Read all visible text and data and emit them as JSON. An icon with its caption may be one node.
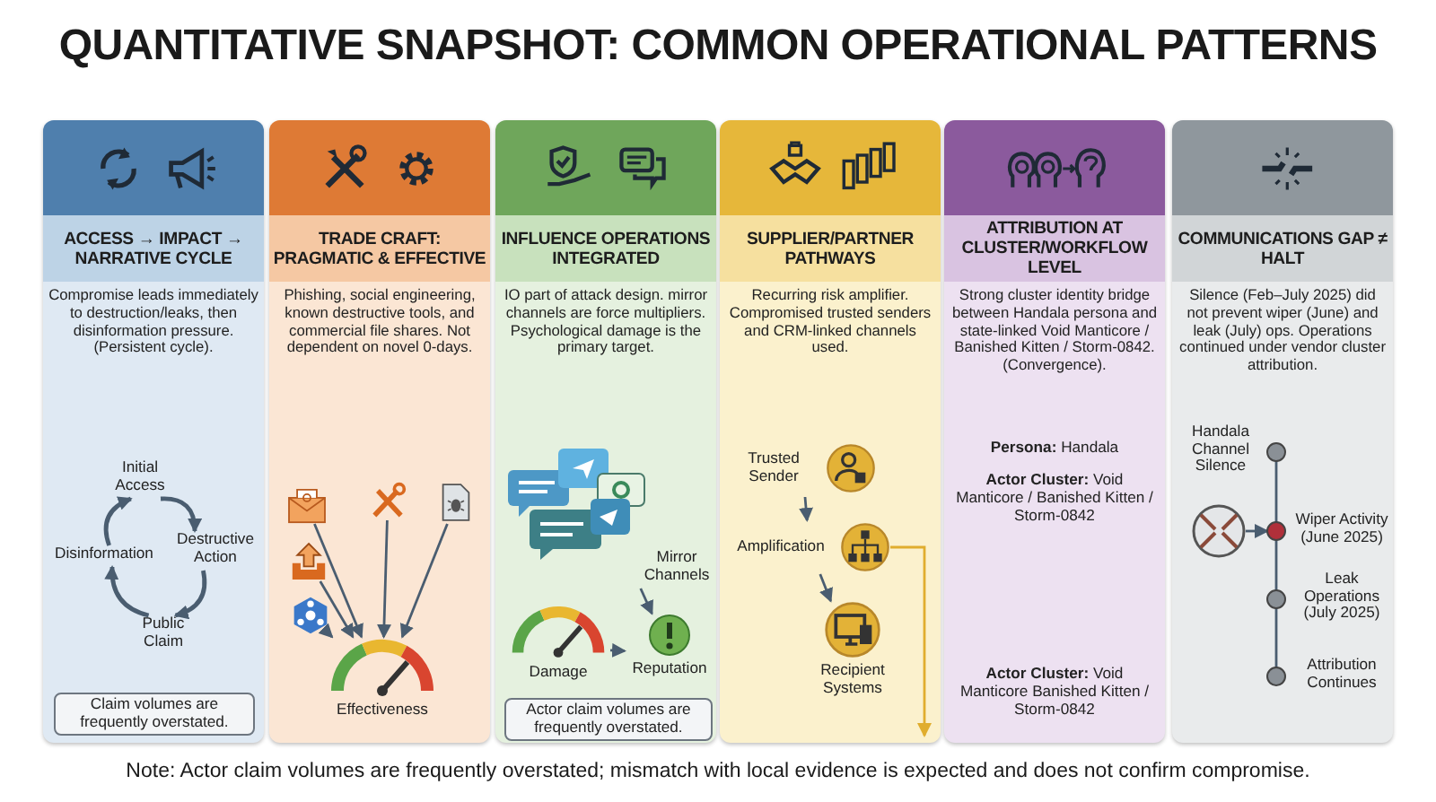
{
  "diagram": {
    "title": "QUANTITATIVE SNAPSHOT: COMMON OPERATIONAL PATTERNS",
    "caption": "Note: Actor claim volumes are frequently overstated; mismatch with local evidence is expected and does not confirm compromise.",
    "nodes": [
      {
        "text": [
          "ACCESS → IMPACT → NARRATIVE CYCLE",
          "Compromise leads immediately to destruction/leaks, then disinformation pressure. (Persistent cycle)."
        ]
      },
      {
        "text": [
          "Initial Access"
        ],
        "in": 0
      },
      {
        "text": [
          "Destructive Action"
        ],
        "in": 0
      },
      {
        "text": [
          "Public Claim"
        ],
        "in": 0
      },
      {
        "text": [
          "Disinformation"
        ],
        "in": 0
      },
      {
        "text": [
          "Claim volumes are frequently overstated."
        ],
        "in": 0
      },
      {
        "text": [
          "TRADE CRAFT: PRAGMATIC & EFFECTIVE",
          "Phishing, social engineering, known destructive tools, and commercial file shares. Not dependent on novel 0-days."
        ]
      },
      {
        "text": [],
        "shape": "picture",
        "in": 6
      },
      {
        "text": [],
        "shape": "picture",
        "in": 6
      },
      {
        "text": [],
        "shape": "picture",
        "in": 6
      },
      {
        "text": [],
        "shape": "picture",
        "in": 6
      },
      {
        "text": [],
        "shape": "picture",
        "in": 6
      },
      {
        "text": [
          "Effectiveness"
        ],
        "in": 6
      },
      {
        "text": [
          "INFLUENCE OPERATIONS INTEGRATED",
          "IO part of attack design. mirror channels are force multipliers. Psychological damage is the primary target."
        ]
      },
      {
        "text": [
          "Mirror Channels"
        ],
        "in": 13
      },
      {
        "text": [
          "Damage"
        ],
        "in": 13
      },
      {
        "text": [
          "Reputation"
        ],
        "in": 13
      },
      {
        "text": [
          "Actor claim volumes are frequently overstated."
        ],
        "in": 13
      },
      {
        "text": [
          "SUPPLIER/PARTNER PATHWAYS",
          "Recurring risk amplifier. Compromised trusted senders and CRM-linked channels used."
        ]
      },
      {
        "text": [
          "Trusted Sender"
        ],
        "in": 18
      },
      {
        "text": [
          "Amplification"
        ],
        "in": 18
      },
      {
        "text": [
          "Recipient Systems"
        ],
        "in": 18
      },
      {
        "text": [
          "ATTRIBUTION AT CLUSTER/WORKFLOW LEVEL",
          "Strong cluster identity bridge between Handala persona and state-linked Void Manticore / Banished Kitten / Storm-0842. (Convergence)."
        ]
      },
      {
        "text": [
          "COMMUNICATIONS GAP ≠ HALT",
          "Silence (Feb–July 2025) did not prevent wiper (June) and leak (July) ops. Operations continued under vendor cluster attribution."
        ]
      },
      {
        "text": [
          "Handala Channel Silence"
        ],
        "in": 23
      },
      {
        "text": [
          "Wiper Activity (June 2025)"
        ],
        "in": 23
      },
      {
        "text": [
          "Leak Operations (July 2025)"
        ],
        "in": 23
      },
      {
        "text": [
          "Attribution Continues"
        ],
        "in": 23
      },
      {
        "text": [],
        "shape": "picture",
        "in": 23
      }
    ],
    "edges": [
      {
        "from": 1,
        "to": 2,
        "arrow": "to"
      },
      {
        "from": 2,
        "to": 3,
        "arrow": "to"
      },
      {
        "from": 3,
        "to": 4,
        "arrow": "to"
      },
      {
        "from": 4,
        "to": 1,
        "arrow": "to"
      },
      {
        "from": 7,
        "to": 12,
        "arrow": "to"
      },
      {
        "from": 8,
        "to": 12,
        "arrow": "to"
      },
      {
        "from": 9,
        "to": 12,
        "arrow": "to"
      },
      {
        "from": 10,
        "to": 12,
        "arrow": "to"
      },
      {
        "from": 11,
        "to": 12,
        "arrow": "to"
      },
      {
        "from": 14,
        "to": 16,
        "arrow": "to"
      },
      {
        "from": 15,
        "to": 16,
        "arrow": "to"
      },
      {
        "from": 19,
        "to": 20,
        "arrow": "to"
      },
      {
        "from": 20,
        "to": 21,
        "arrow": "to"
      },
      {
        "from": 20,
        "to": null,
        "arrow": "to",
        "color": "#e0ad2e"
      },
      {
        "from": 24,
        "to": 25,
        "arrow": "none"
      },
      {
        "from": 25,
        "to": 26,
        "arrow": "none"
      },
      {
        "from": 26,
        "to": 27,
        "arrow": "none"
      },
      {
        "from": 28,
        "to": 25,
        "arrow": "to"
      }
    ],
    "labels": [
      "**Persona:** Handala",
      "**Actor Cluster:** Void Manticore / Banished Kitten / Storm-0842",
      "**Actor Cluster:** Void Manticore Banished Kitten / Storm-0842"
    ]
  }
}
